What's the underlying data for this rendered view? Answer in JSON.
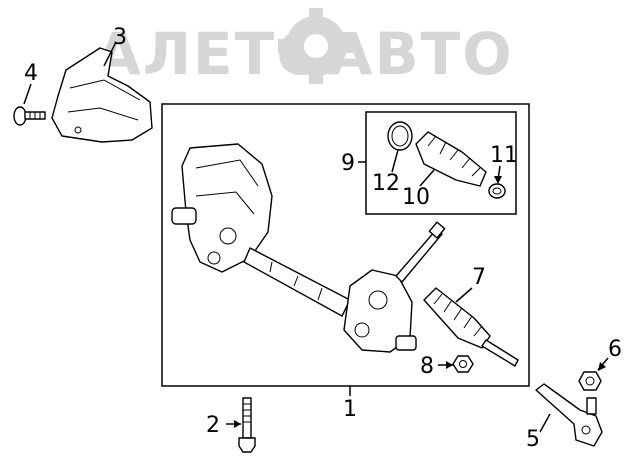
{
  "watermark": {
    "text": "АЛЕТОАВТО",
    "color": "#d6d6d6"
  },
  "callouts": {
    "c1": "1",
    "c2": "2",
    "c3": "3",
    "c4": "4",
    "c5": "5",
    "c6": "6",
    "c7": "7",
    "c8": "8",
    "c9": "9",
    "c10": "10",
    "c11": "11",
    "c12": "12"
  },
  "icons": {
    "watermark_logo": "gear-logo"
  }
}
